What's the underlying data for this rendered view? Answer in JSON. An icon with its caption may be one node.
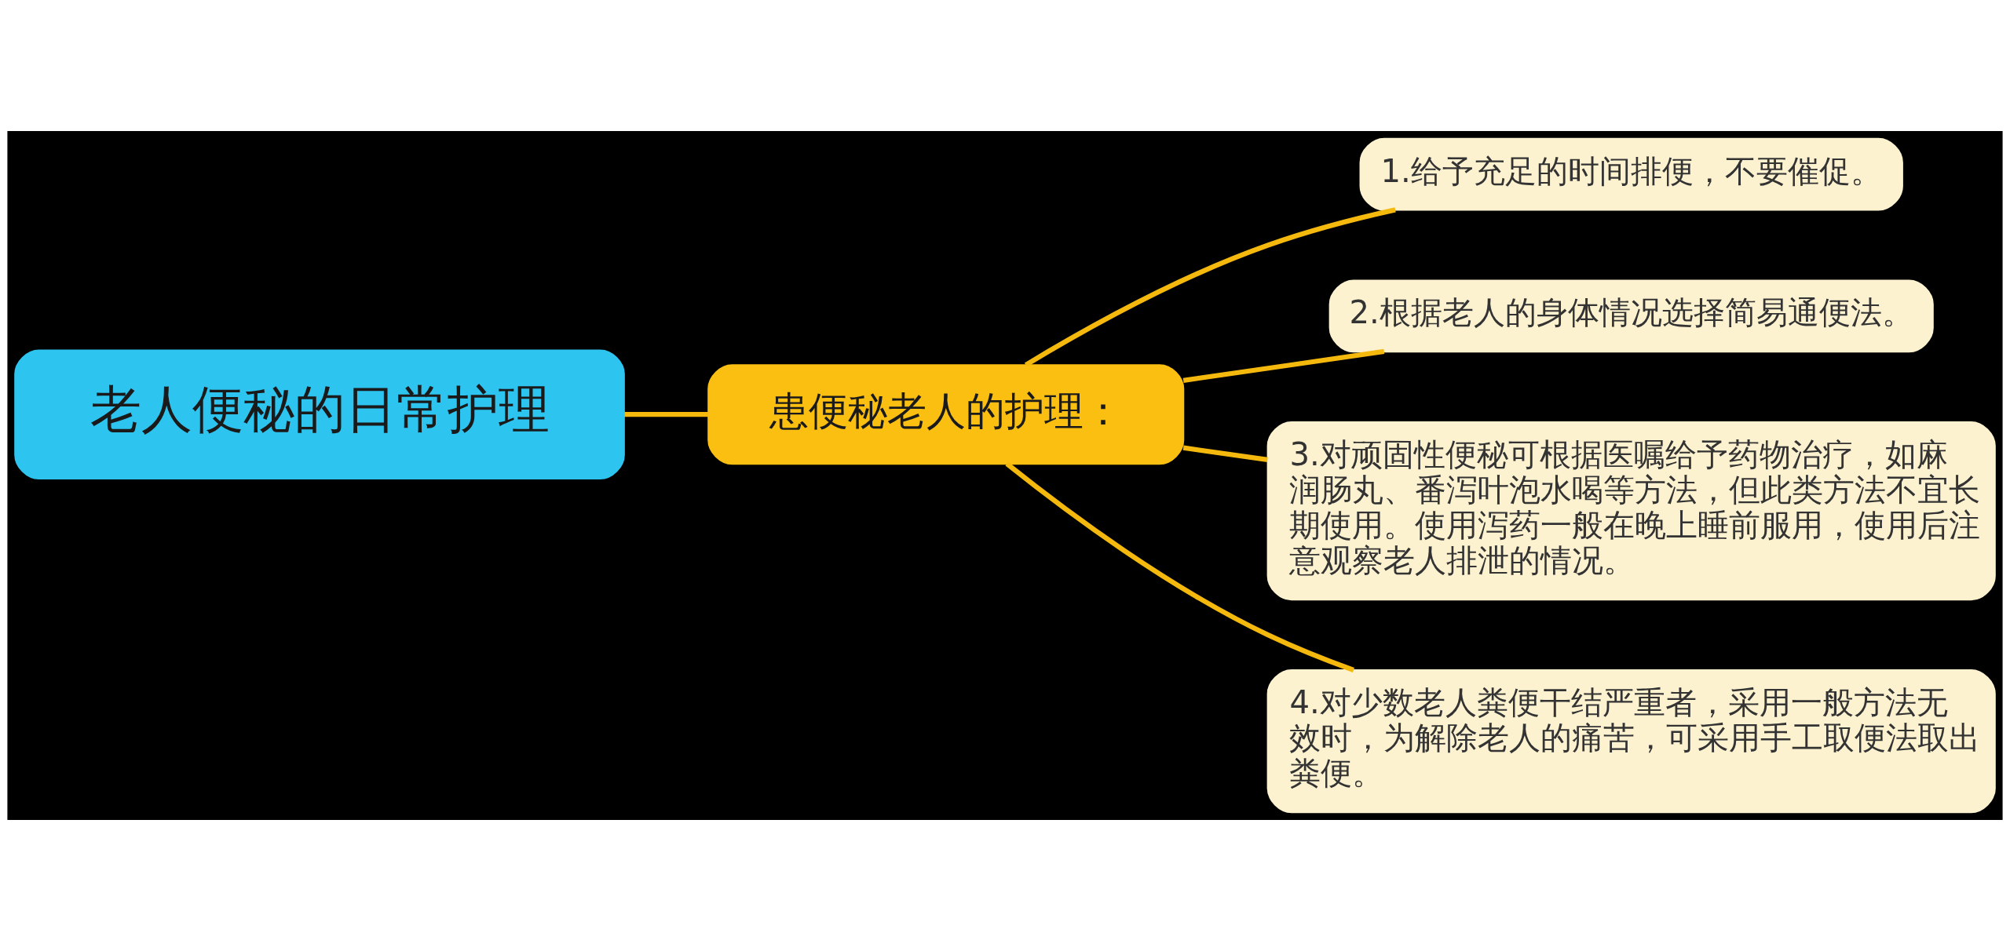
{
  "diagram": {
    "nodes": [
      {
        "text": [
          "老人便秘的日常护理"
        ]
      },
      {
        "text": [
          "患便秘老人的护理："
        ]
      },
      {
        "text": [
          "1.给予充足的时间排便，不要催促。"
        ]
      },
      {
        "text": [
          "2.根据老人的身体情况选择简易通便法。"
        ]
      },
      {
        "text": [
          "3.对顽固性便秘可根据医嘱给予药物治疗，如麻润肠丸、番泻叶泡水喝等方法，但此类方法不宜长期使用。使用泻药一般在晚上睡前服用，使用后注意观察老人排泄的情况。"
        ]
      },
      {
        "text": [
          "4.对少数老人粪便干结严重者，采用一般方法无效时，为解除老人的痛苦，可采用手工取便法取出粪便。"
        ]
      }
    ],
    "edges": [
      {
        "from": 0,
        "to": 1,
        "arrow": "none"
      },
      {
        "from": 1,
        "to": 2,
        "arrow": "none"
      },
      {
        "from": 1,
        "to": 3,
        "arrow": "none"
      },
      {
        "from": 1,
        "to": 4,
        "arrow": "none"
      },
      {
        "from": 1,
        "to": 5,
        "arrow": "none"
      }
    ]
  }
}
